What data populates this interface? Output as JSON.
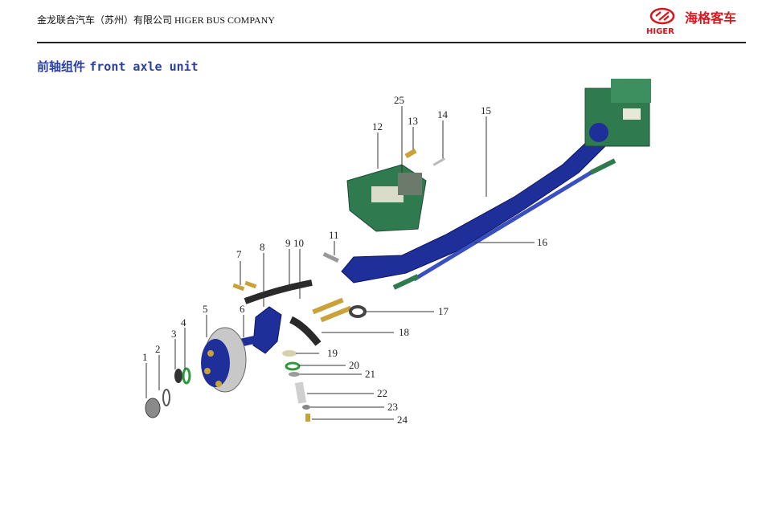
{
  "header": {
    "company": "金龙联合汽车（苏州）有限公司 HIGER BUS COMPANY",
    "logo_cn": "海格客车",
    "logo_en": "HIGER"
  },
  "title": {
    "cn": "前轴组件",
    "en": "front axle unit"
  },
  "part_numbers": [
    "1",
    "2",
    "3",
    "4",
    "5",
    "6",
    "7",
    "8",
    "9",
    "10",
    "11",
    "12",
    "13",
    "14",
    "15",
    "16",
    "17",
    "18",
    "19",
    "20",
    "21",
    "22",
    "23",
    "24",
    "25"
  ],
  "colors": {
    "axle_blue": "#1f2f9a",
    "caliper_green": "#2f7a4f",
    "brass": "#c9a23a",
    "brand_red": "#d5171c",
    "title_blue": "#2b3fa0"
  }
}
